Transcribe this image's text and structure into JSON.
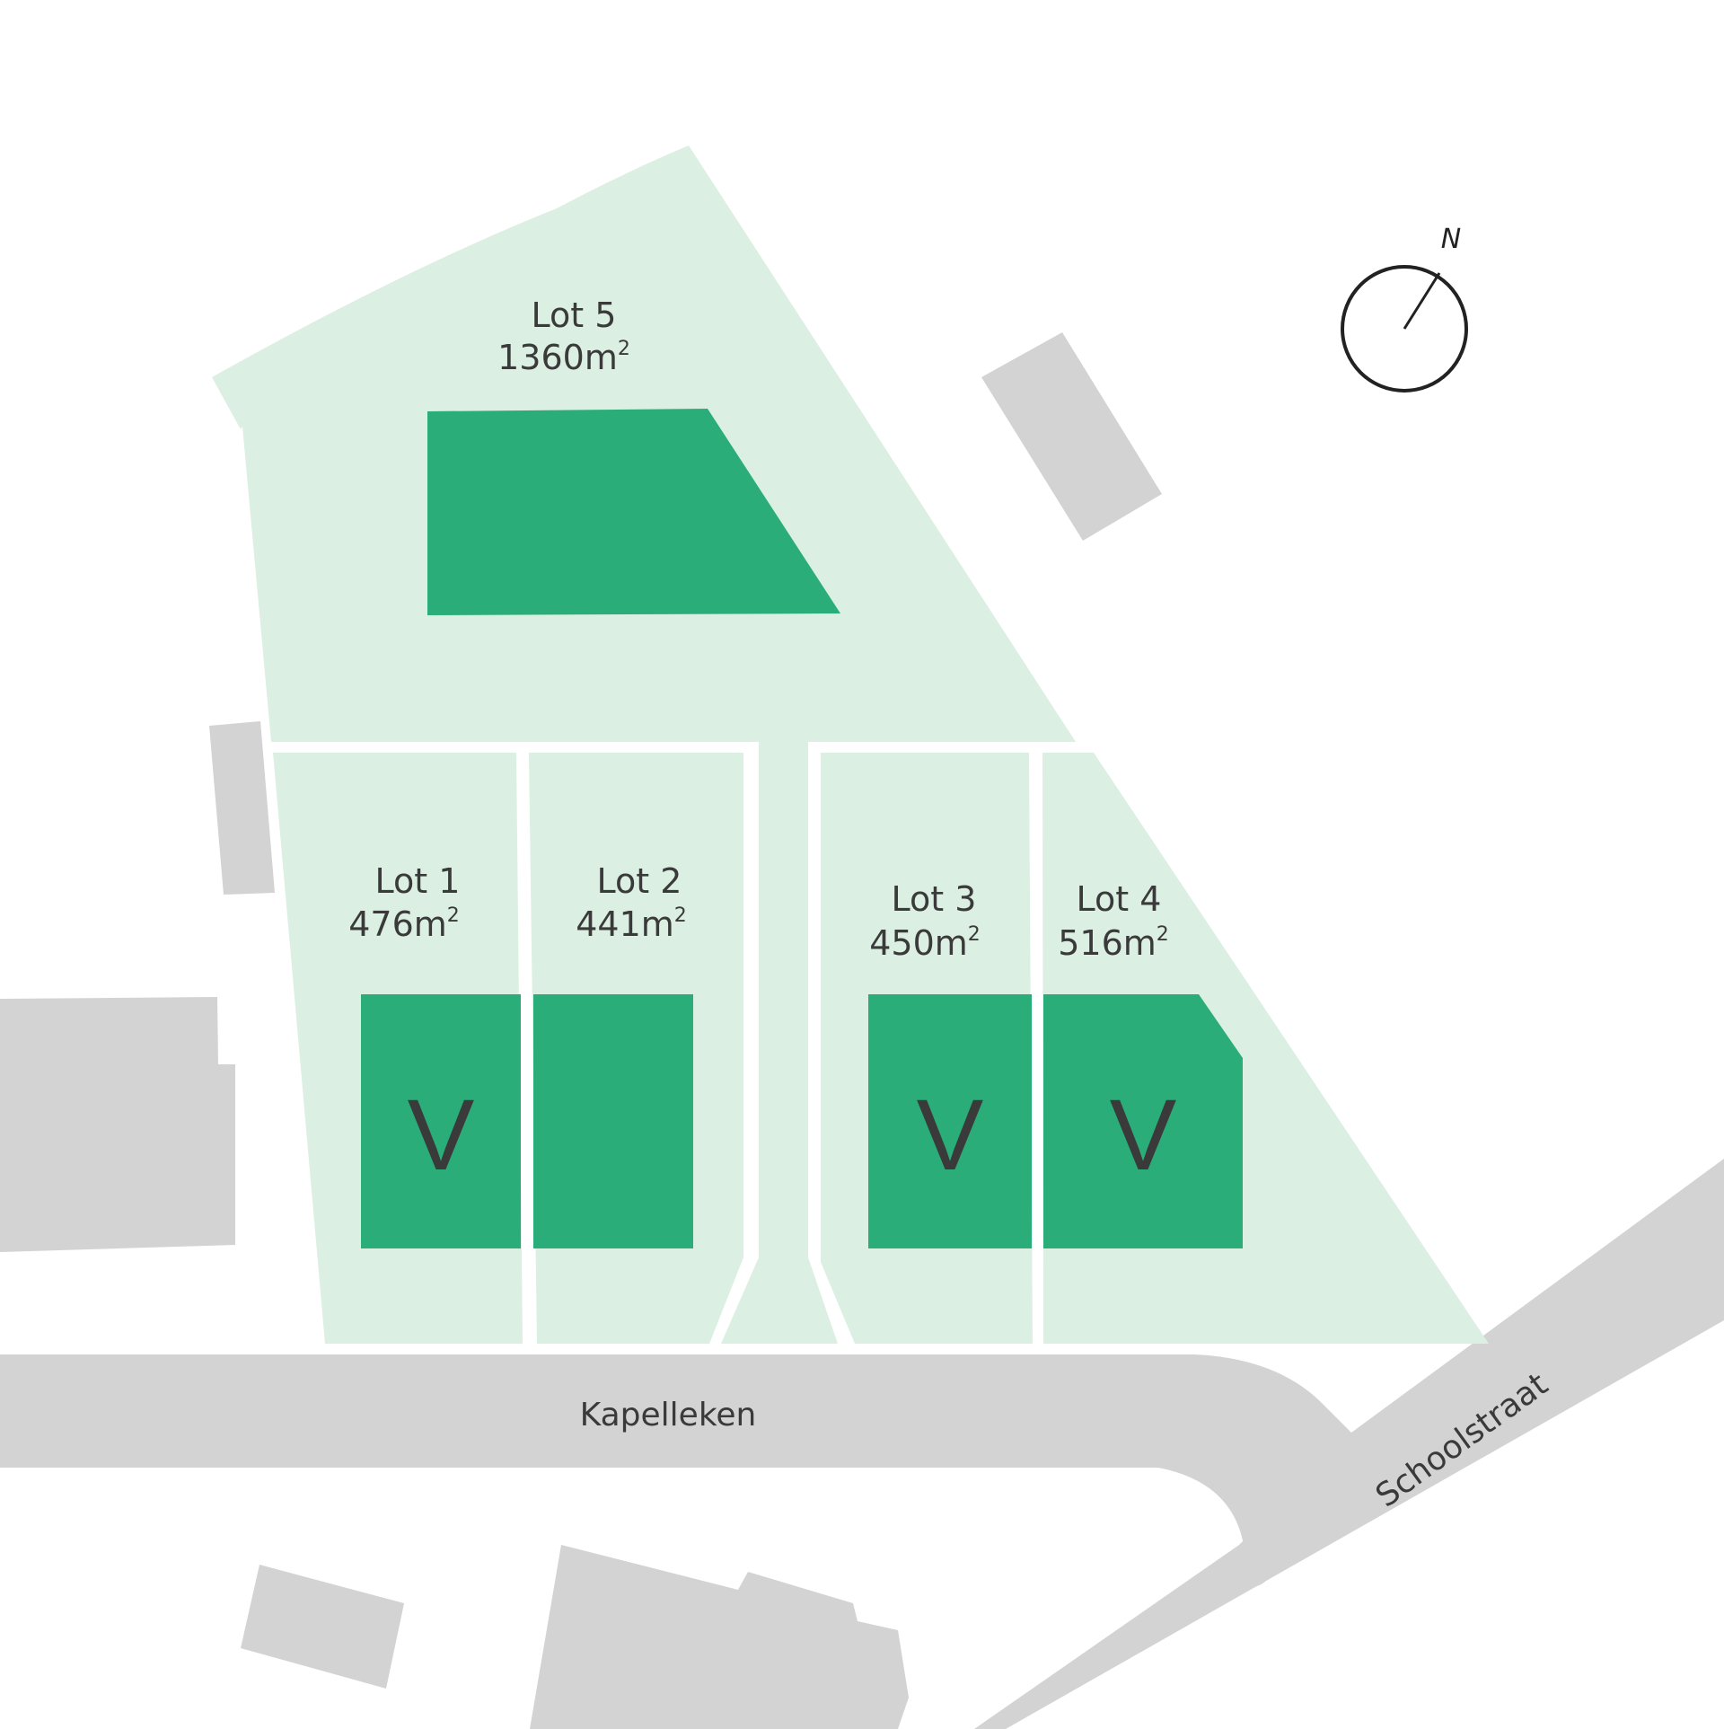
{
  "colors": {
    "plot": "#dcefe3",
    "house": "#2bad79",
    "neighbor": "#d3d3d3",
    "road": "#d3d3d3",
    "text": "#3a3a3a"
  },
  "lots": [
    {
      "name": "Lot 1",
      "area_value": "476m",
      "area_sup": "2",
      "sold_mark": "V"
    },
    {
      "name": "Lot 2",
      "area_value": "441m",
      "area_sup": "2",
      "sold_mark": ""
    },
    {
      "name": "Lot 3",
      "area_value": "450m",
      "area_sup": "2",
      "sold_mark": "V"
    },
    {
      "name": "Lot 4",
      "area_value": "516m",
      "area_sup": "2",
      "sold_mark": "V"
    },
    {
      "name": "Lot 5",
      "area_value": "1360m",
      "area_sup": "2",
      "sold_mark": ""
    }
  ],
  "roads": {
    "main": "Kapelleken",
    "side": "Schoolstraat"
  },
  "compass": {
    "label": "N",
    "icon": "north-arrow-icon"
  }
}
